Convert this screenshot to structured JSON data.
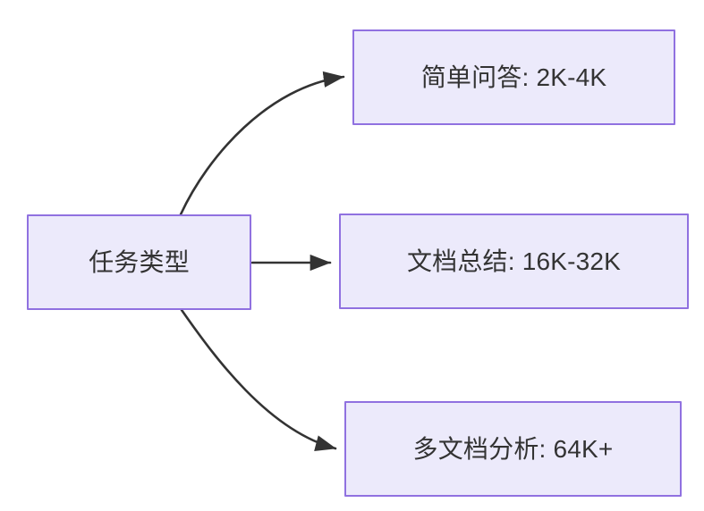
{
  "diagram": {
    "type": "flowchart",
    "direction": "left-to-right",
    "background_color": "#ffffff",
    "node_fill_color": "#ECEAFB",
    "node_border_color": "#9071E0",
    "node_text_color": "#333333",
    "edge_color": "#333333",
    "source": {
      "id": "task-type",
      "label": "任务类型"
    },
    "targets": [
      {
        "id": "simple-qa",
        "label": "简单问答: 2K-4K"
      },
      {
        "id": "doc-summary",
        "label": "文档总结: 16K-32K"
      },
      {
        "id": "multi-doc-analysis",
        "label": "多文档分析: 64K+"
      }
    ],
    "edges": [
      {
        "id": "edge-to-simple-qa",
        "from": "任务类型",
        "to": "简单问答: 2K-4K",
        "style": "curved-arrow"
      },
      {
        "id": "edge-to-doc-summary",
        "from": "任务类型",
        "to": "文档总结: 16K-32K",
        "style": "straight-arrow"
      },
      {
        "id": "edge-to-multi-doc",
        "from": "任务类型",
        "to": "多文档分析: 64K+",
        "style": "curved-arrow"
      }
    ]
  }
}
